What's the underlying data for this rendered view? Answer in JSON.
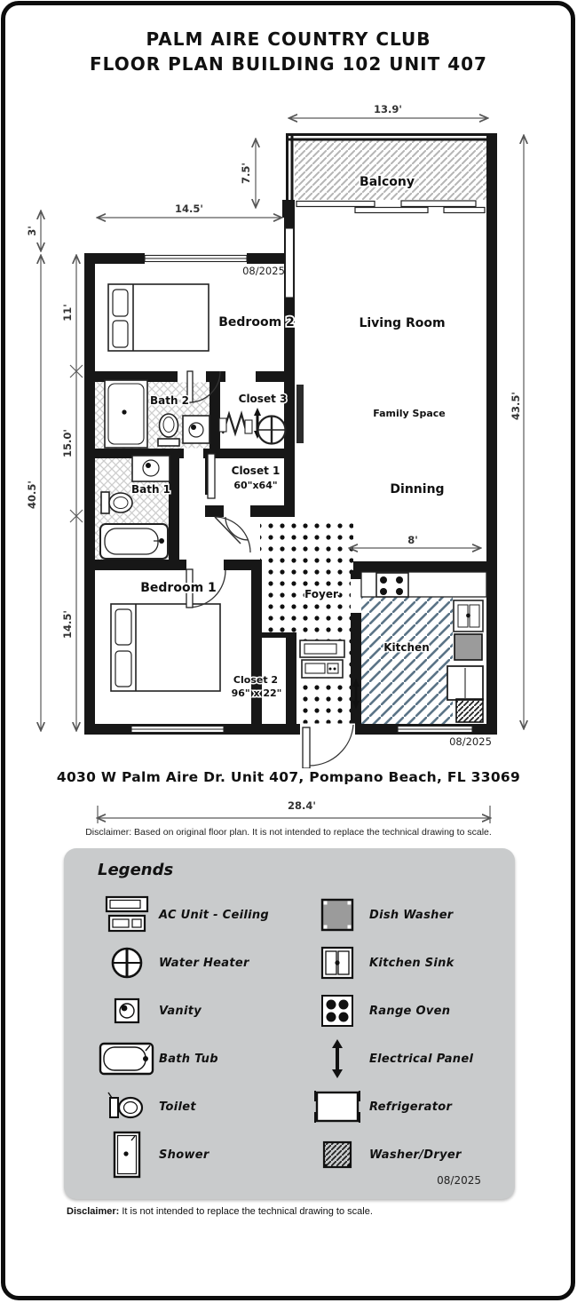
{
  "title": {
    "line1": "PALM AIRE COUNTRY CLUB",
    "line2": "FLOOR PLAN BUILDING 102 UNIT 407"
  },
  "plan": {
    "rooms": {
      "balcony": "Balcony",
      "bedroom2": "Bedroom 2",
      "living_room": "Living Room",
      "family_space": "Family Space",
      "dining": "Dinning",
      "bath2": "Bath 2",
      "closet3": "Closet 3",
      "closet1": "Closet 1",
      "closet1_size": "60\"x64\"",
      "bath1": "Bath 1",
      "bedroom1": "Bedroom 1",
      "foyer": "Foyer",
      "kitchen": "Kitchen",
      "closet2": "Closet 2",
      "closet2_size": "96\" x 22\""
    },
    "dimensions": {
      "balcony_width": "13.9'",
      "balcony_depth": "7.5'",
      "bedroom2_width": "14.5'",
      "top_offset": "3'",
      "left_total": "40.5'",
      "bedroom2_height": "11'",
      "middle_height": "15.0'",
      "bedroom1_height": "14.5'",
      "right_total": "43.5'",
      "kitchen_width": "8'",
      "unit_width": "28.4'"
    },
    "stamps": {
      "top": "08/2025",
      "bottom": "08/2025"
    }
  },
  "address": "4030 W Palm Aire Dr. Unit 407, Pompano Beach, FL 33069",
  "disclaimers": {
    "top": "Disclaimer: Based on original floor plan. It is not intended to replace the technical drawing to scale.",
    "bottom_label": "Disclaimer:",
    "bottom_text": " It is not intended to replace the technical drawing to scale."
  },
  "legends": {
    "title": "Legends",
    "left": [
      {
        "icon": "ac-unit-icon",
        "label": "AC Unit - Ceiling"
      },
      {
        "icon": "water-heater-icon",
        "label": "Water Heater"
      },
      {
        "icon": "vanity-icon",
        "label": "Vanity"
      },
      {
        "icon": "bath-tub-icon",
        "label": "Bath Tub"
      },
      {
        "icon": "toilet-icon",
        "label": "Toilet"
      },
      {
        "icon": "shower-icon",
        "label": "Shower"
      }
    ],
    "right": [
      {
        "icon": "dish-washer-icon",
        "label": "Dish Washer"
      },
      {
        "icon": "kitchen-sink-icon",
        "label": "Kitchen Sink"
      },
      {
        "icon": "range-oven-icon",
        "label": "Range Oven"
      },
      {
        "icon": "electrical-panel-icon",
        "label": "Electrical Panel"
      },
      {
        "icon": "refrigerator-icon",
        "label": "Refrigerator"
      },
      {
        "icon": "washer-dryer-icon",
        "label": "Washer/Dryer"
      }
    ],
    "stamp": "08/2025"
  },
  "colors": {
    "wall": "#171717",
    "kitchen_hatch": "#5b7487",
    "balcony_hatch": "#b5b5b5",
    "legend_bg": "#c9cbcc",
    "dishwasher_gray": "#9b9b9b"
  }
}
